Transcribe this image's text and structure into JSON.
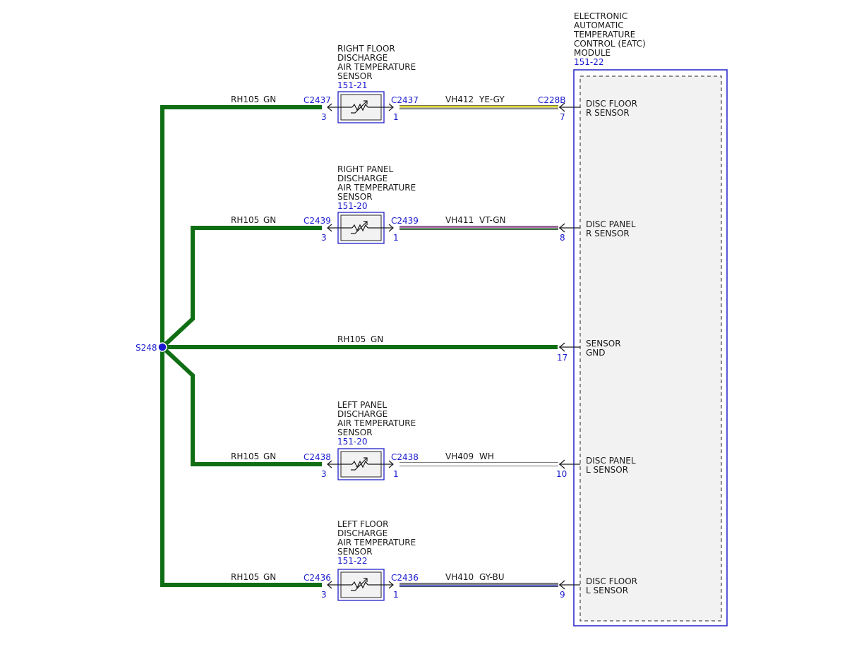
{
  "colors": {
    "ground_wire": "#0f6e13",
    "connector_blue": "#2020c8",
    "pin_text": "#1a1ad0",
    "text": "#1a1a1a",
    "module_fill": "#f2f2f2"
  },
  "module": {
    "title_lines": [
      "ELECTRONIC",
      "AUTOMATIC",
      "TEMPERATURE",
      "CONTROL (EATC)",
      "MODULE"
    ],
    "ref": "151-22"
  },
  "splice": {
    "label": "S248"
  },
  "sensors": [
    {
      "id": "right-floor",
      "name_lines": [
        "RIGHT FLOOR",
        "DISCHARGE",
        "AIR TEMPERATURE",
        "SENSOR"
      ],
      "ref": "151-21",
      "left_connector": "C2437",
      "left_pin": "3",
      "right_connector": "C2437",
      "right_pin": "1",
      "ground_circuit": "RH105",
      "ground_color": "GN",
      "signal_circuit": "VH412",
      "signal_color": "YE-GY",
      "signal_colors": [
        "#e0d82a",
        "#9a9a9a"
      ],
      "module_connector": "C228B",
      "module_pin": "7",
      "module_lines": [
        "DISC FLOOR",
        "R SENSOR"
      ]
    },
    {
      "id": "right-panel",
      "name_lines": [
        "RIGHT PANEL",
        "DISCHARGE",
        "AIR TEMPERATURE",
        "SENSOR"
      ],
      "ref": "151-20",
      "left_connector": "C2439",
      "left_pin": "3",
      "right_connector": "C2439",
      "right_pin": "1",
      "ground_circuit": "RH105",
      "ground_color": "GN",
      "signal_circuit": "VH411",
      "signal_color": "VT-GN",
      "signal_colors": [
        "#b070b0",
        "#3a8a3a"
      ],
      "module_connector": "",
      "module_pin": "8",
      "module_lines": [
        "DISC PANEL",
        "R SENSOR"
      ]
    },
    {
      "id": "left-panel",
      "name_lines": [
        "LEFT PANEL",
        "DISCHARGE",
        "AIR TEMPERATURE",
        "SENSOR"
      ],
      "ref": "151-20",
      "left_connector": "C2438",
      "left_pin": "3",
      "right_connector": "C2438",
      "right_pin": "1",
      "ground_circuit": "RH105",
      "ground_color": "GN",
      "signal_circuit": "VH409",
      "signal_color": "WH",
      "signal_colors": [
        "#ffffff",
        "#ffffff"
      ],
      "module_connector": "",
      "module_pin": "10",
      "module_lines": [
        "DISC PANEL",
        "L SENSOR"
      ]
    },
    {
      "id": "left-floor",
      "name_lines": [
        "LEFT FLOOR",
        "DISCHARGE",
        "AIR TEMPERATURE",
        "SENSOR"
      ],
      "ref": "151-22",
      "left_connector": "C2436",
      "left_pin": "3",
      "right_connector": "C2436",
      "right_pin": "1",
      "ground_circuit": "RH105",
      "ground_color": "GN",
      "signal_circuit": "VH410",
      "signal_color": "GY-BU",
      "signal_colors": [
        "#8a8a8a",
        "#3a4ad0"
      ],
      "module_connector": "",
      "module_pin": "9",
      "module_lines": [
        "DISC FLOOR",
        "L SENSOR"
      ]
    }
  ],
  "ground_direct": {
    "circuit": "RH105",
    "color": "GN",
    "module_pin": "17",
    "module_lines": [
      "SENSOR",
      "GND"
    ]
  }
}
